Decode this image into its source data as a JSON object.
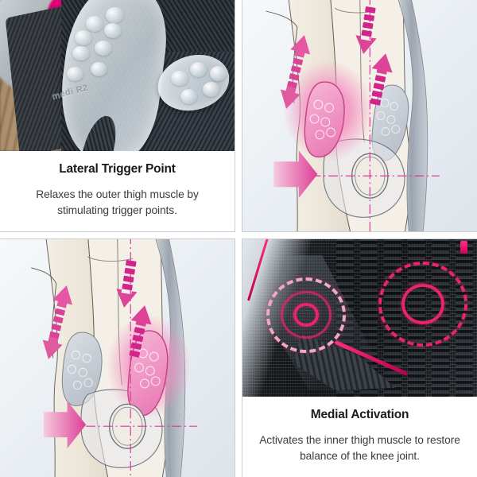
{
  "page": {
    "accent_pink": "#e8246b",
    "pad_pink": "#f09ac5",
    "pad_grey": "#c9ced6",
    "background": "#ffffff",
    "card_border": "#c9ccd0"
  },
  "cards": [
    {
      "id": "lateral-trigger-point",
      "media_type": "photo",
      "media_name": "gel-pad-insert-photo",
      "photo": {
        "brand_text": "medi R2",
        "description": "Close-up of transparent silicone gel pad with massage nubs on a black knit knee brace, wooden background"
      },
      "caption": {
        "title": "Lateral Trigger Point",
        "body": "Relaxes the outer thigh muscle by stimulating trigger points."
      }
    },
    {
      "id": "lateral-diagram",
      "media_type": "illustration",
      "media_name": "knee-lateral-diagram",
      "illustration": {
        "active_side": "lateral",
        "active_pad_color": "#f09ac5",
        "inactive_pad_color": "#c9ced6",
        "arrows": [
          {
            "name": "lateral-double-arrow",
            "direction": "up-down",
            "style": "ladder"
          },
          {
            "name": "medial-down-arrow",
            "direction": "down",
            "style": "ladder"
          },
          {
            "name": "medial-up-arrow",
            "direction": "up",
            "style": "ladder"
          },
          {
            "name": "pressure-arrow",
            "direction": "right",
            "style": "solid-gradient"
          }
        ],
        "axis_lines": [
          "vertical-dash-dot",
          "horizontal-dash-dot"
        ],
        "patella_label": "patella-ring"
      },
      "caption": null
    },
    {
      "id": "medial-diagram",
      "media_type": "illustration",
      "media_name": "knee-medial-diagram",
      "illustration": {
        "active_side": "medial",
        "active_pad_color": "#f09ac5",
        "inactive_pad_color": "#c9ced6",
        "arrows": [
          {
            "name": "lateral-double-arrow",
            "direction": "up-down",
            "style": "ladder"
          },
          {
            "name": "medial-down-arrow",
            "direction": "down",
            "style": "ladder"
          },
          {
            "name": "medial-up-arrow",
            "direction": "up",
            "style": "ladder"
          },
          {
            "name": "pressure-arrow",
            "direction": "right",
            "style": "solid-gradient"
          }
        ],
        "axis_lines": [
          "vertical-dash-dot",
          "horizontal-dash-dot"
        ],
        "patella_label": "patella-ring"
      },
      "caption": null
    },
    {
      "id": "medial-activation",
      "media_type": "photo",
      "media_name": "knee-brace-activation-photo",
      "photo": {
        "description": "Close-up of dark grey knit knee brace fabric with two magenta concentric target markers highlighting activation zones",
        "markers": [
          {
            "name": "activation-target-left",
            "style": "solid-and-dashed-rings"
          },
          {
            "name": "activation-target-right",
            "style": "solid-and-dashed-rings"
          }
        ]
      },
      "caption": {
        "title": "Medial Activation",
        "body": "Activates the inner thigh muscle to restore balance of the knee joint."
      }
    }
  ]
}
